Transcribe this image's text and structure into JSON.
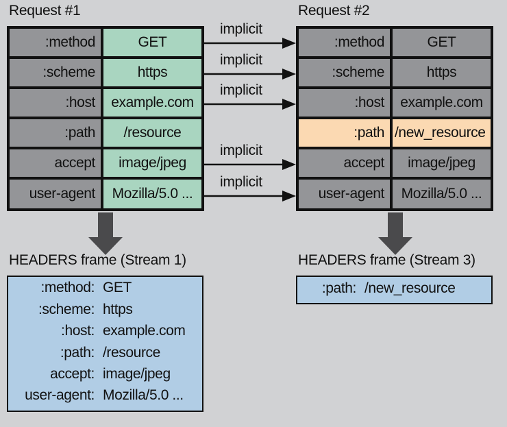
{
  "request1": {
    "title": "Request #1",
    "rows": [
      {
        "key": ":method",
        "value": "GET"
      },
      {
        "key": ":scheme",
        "value": "https"
      },
      {
        "key": ":host",
        "value": "example.com"
      },
      {
        "key": ":path",
        "value": "/resource"
      },
      {
        "key": "accept",
        "value": "image/jpeg"
      },
      {
        "key": "user-agent",
        "value": "Mozilla/5.0 ..."
      }
    ]
  },
  "request2": {
    "title": "Request #2",
    "rows": [
      {
        "key": ":method",
        "value": "GET"
      },
      {
        "key": ":scheme",
        "value": "https"
      },
      {
        "key": ":host",
        "value": "example.com"
      },
      {
        "key": ":path",
        "value": "/new_resource"
      },
      {
        "key": "accept",
        "value": "image/jpeg"
      },
      {
        "key": "user-agent",
        "value": "Mozilla/5.0 ..."
      }
    ]
  },
  "arrows": {
    "label": "implicit",
    "labels": [
      "implicit",
      "implicit",
      "implicit",
      "implicit",
      "implicit"
    ]
  },
  "frame1": {
    "title": "HEADERS frame (Stream 1)",
    "lines": [
      {
        "key": ":method:",
        "value": "GET"
      },
      {
        "key": ":scheme:",
        "value": "https"
      },
      {
        "key": ":host:",
        "value": "example.com"
      },
      {
        "key": ":path:",
        "value": "/resource"
      },
      {
        "key": "accept:",
        "value": "image/jpeg"
      },
      {
        "key": "user-agent:",
        "value": "Mozilla/5.0 ..."
      }
    ]
  },
  "frame2": {
    "title": "HEADERS frame (Stream 3)",
    "lines": [
      {
        "key": ":path:",
        "value": "/new_resource"
      }
    ]
  },
  "colors": {
    "background": "#d1d2d4",
    "key_cell": "#949598",
    "request1_value": "#a9d5c0",
    "changed_row": "#fbd9b2",
    "frame": "#b1cde5",
    "arrow": "#4a4a4c"
  }
}
